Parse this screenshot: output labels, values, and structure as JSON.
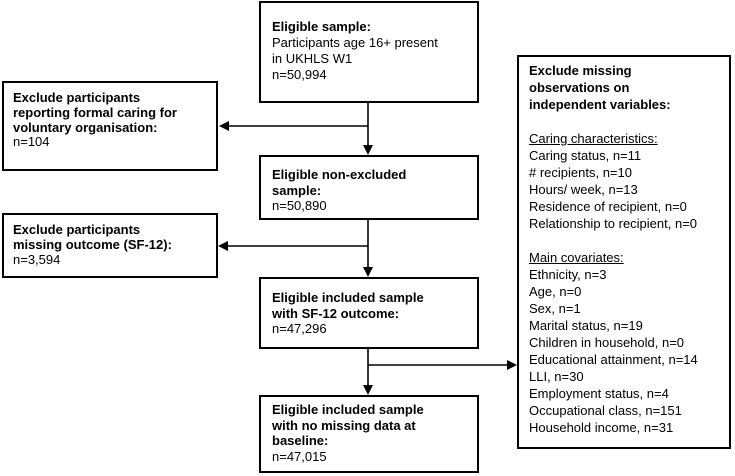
{
  "diagram": {
    "background_color": "#ffffff",
    "line_color": "#000000",
    "boxes": {
      "eligible_sample": {
        "title": "Eligible sample:",
        "body_lines": [
          "Participants age 16+ present",
          "in UKHLS W1"
        ],
        "n": "n=50,994"
      },
      "exclude_voluntary": {
        "title_lines": [
          "Exclude participants",
          "reporting formal caring for",
          "voluntary organisation:"
        ],
        "n": "n=104"
      },
      "eligible_non_excluded": {
        "title_lines": [
          "Eligible non-excluded",
          "sample:"
        ],
        "n": "n=50,890"
      },
      "exclude_outcome": {
        "title_lines": [
          "Exclude participants",
          "missing outcome (SF-12):"
        ],
        "n": "n=3,594"
      },
      "eligible_sf12": {
        "title_lines": [
          "Eligible included sample",
          "with SF-12 outcome:"
        ],
        "n": "n=47,296"
      },
      "eligible_no_missing": {
        "title_lines": [
          "Eligible included sample",
          "with no missing data at",
          "baseline:"
        ],
        "n": "n=47,015"
      },
      "exclude_observations": {
        "title_lines": [
          "Exclude missing",
          "observations on",
          "independent variables:"
        ],
        "sections": [
          {
            "heading": "Caring characteristics:",
            "items": [
              "Caring status, n=11",
              "# recipients, n=10",
              "Hours/ week, n=13",
              "Residence of recipient, n=0",
              "Relationship to recipient, n=0"
            ]
          },
          {
            "heading": "Main covariates:",
            "items": [
              "Ethnicity, n=3",
              "Age, n=0",
              "Sex, n=1",
              "Marital status, n=19",
              "Children in household, n=0",
              "Educational attainment, n=14",
              "LLI, n=30",
              "Employment status, n=4",
              "Occupational class, n=151",
              "Household income, n=31"
            ]
          }
        ]
      }
    }
  }
}
